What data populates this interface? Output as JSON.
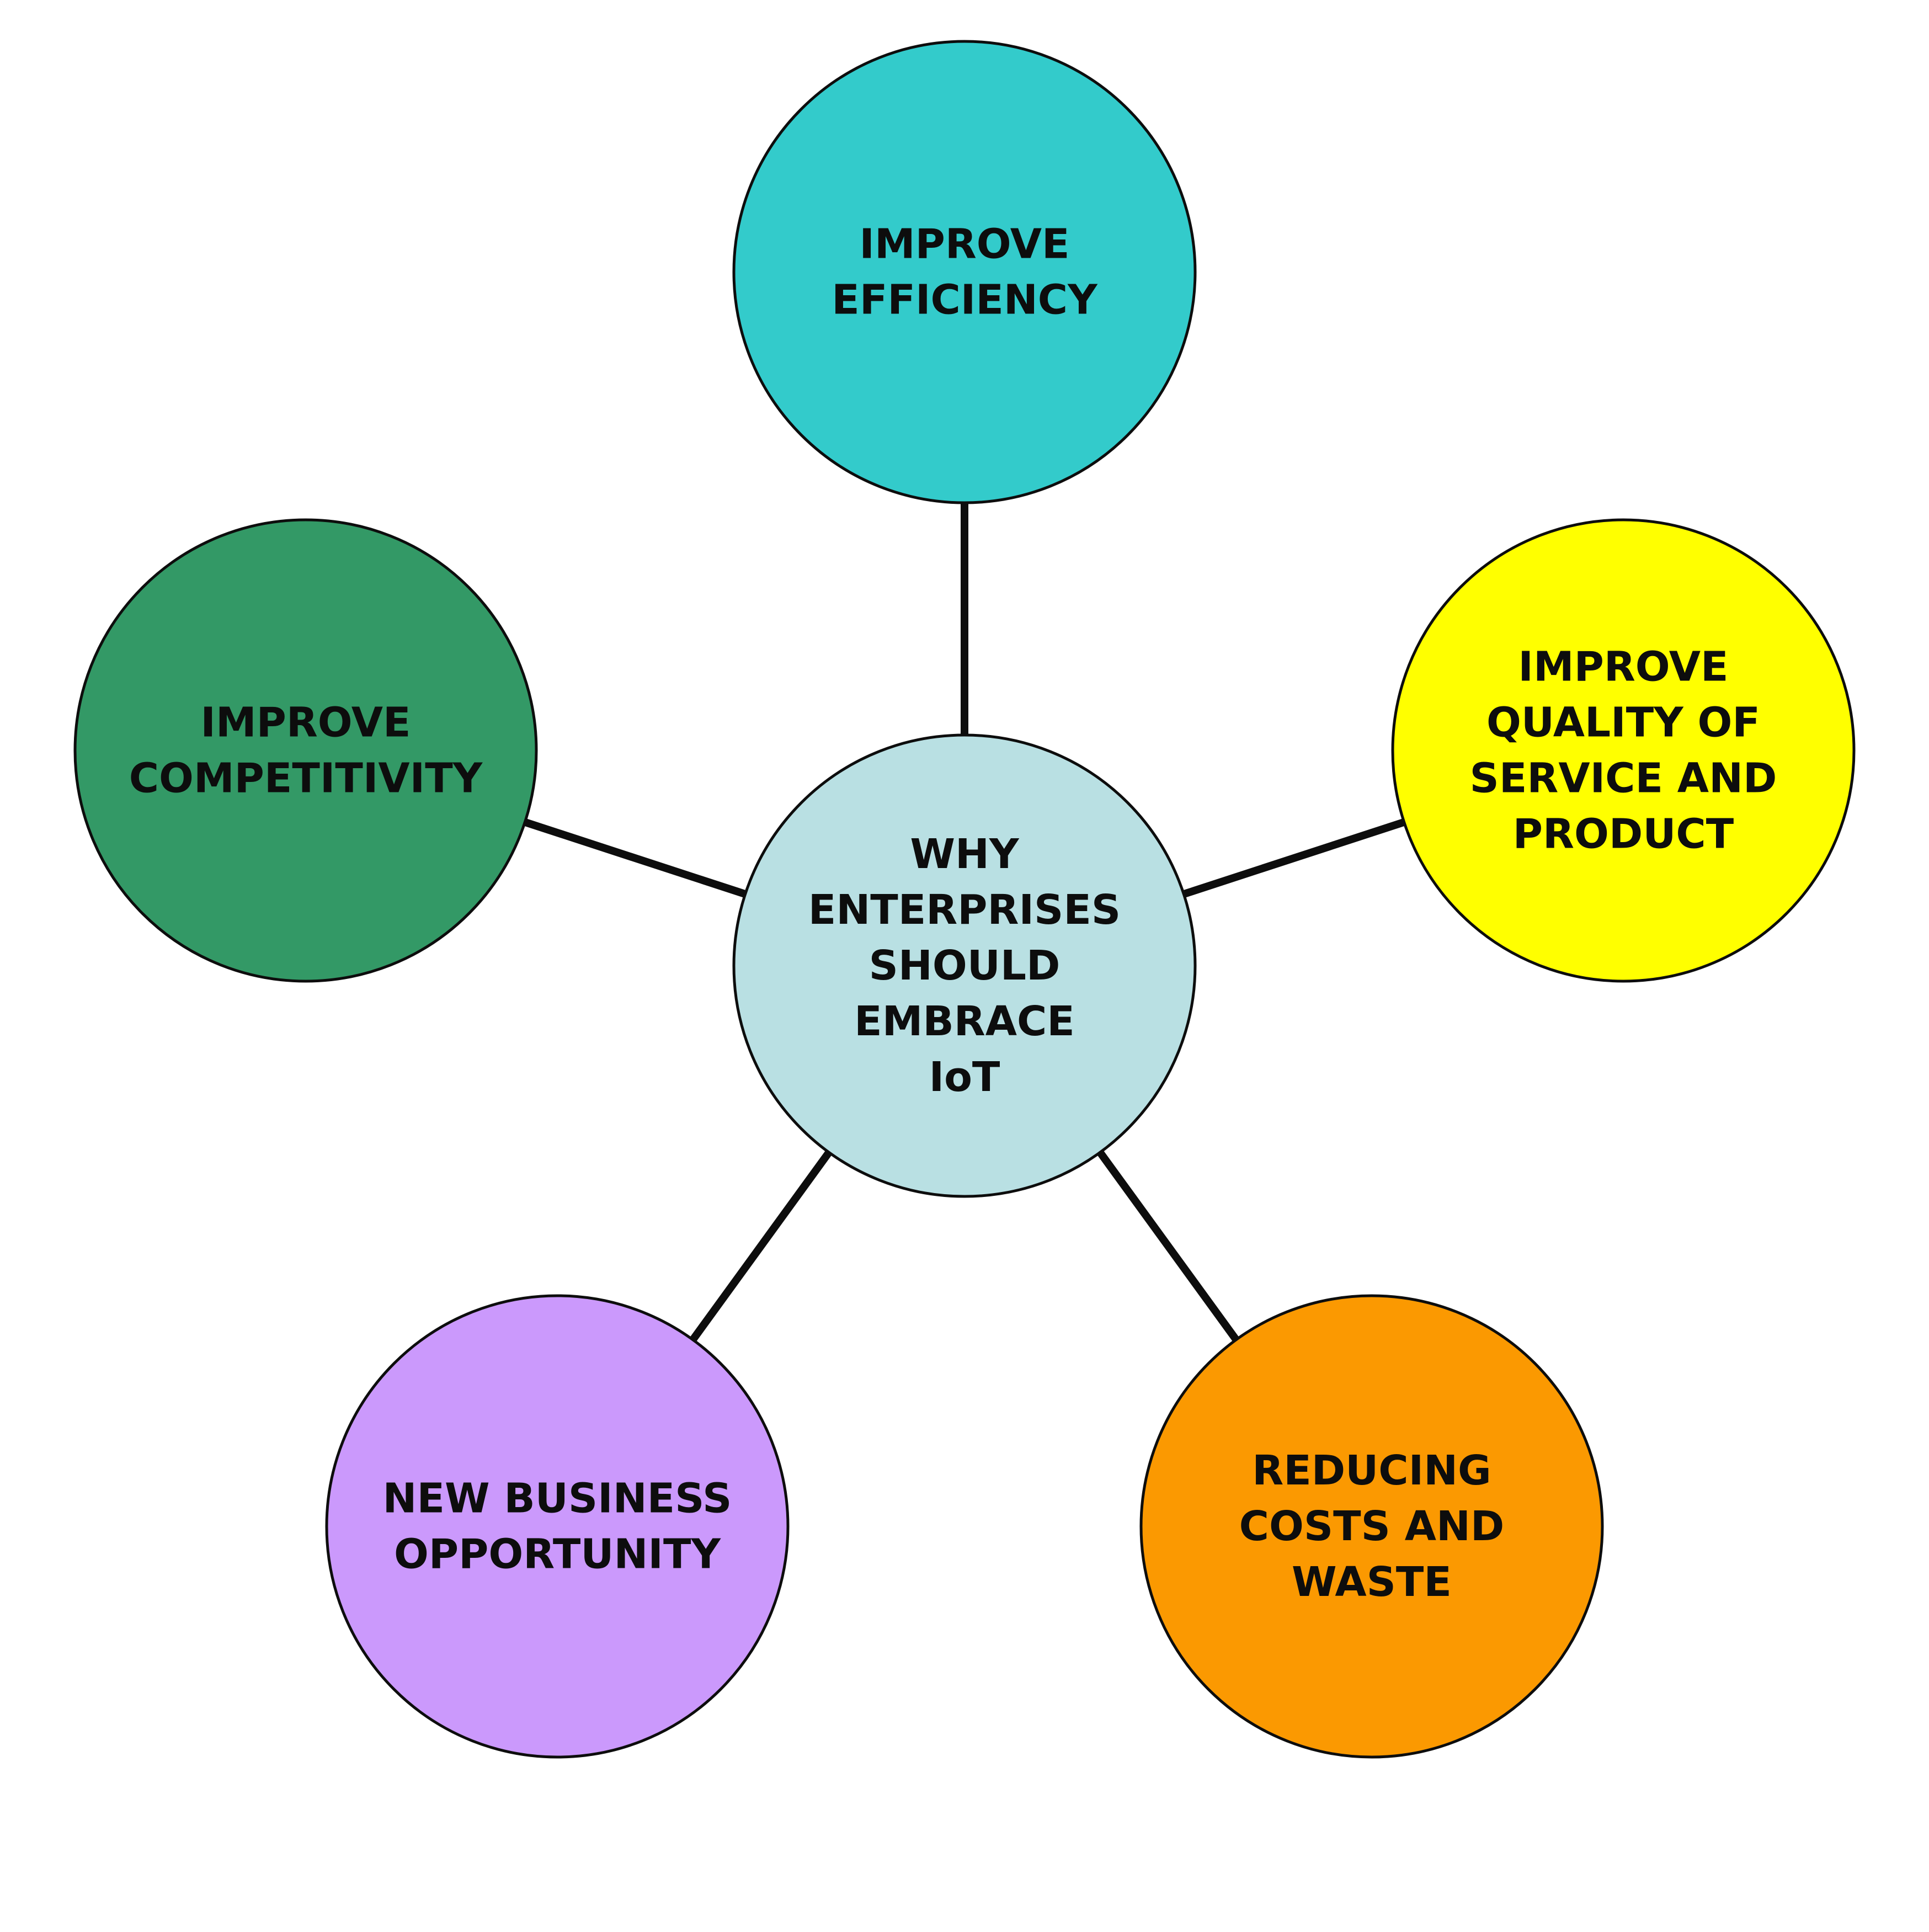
{
  "center": {
    "lines": [
      "WHY",
      "ENTERPRISES",
      "SHOULD",
      "EMBRACE",
      "IoT"
    ],
    "color": "#B9E0E3"
  },
  "nodes": [
    {
      "id": "efficiency",
      "lines": [
        "IMPROVE",
        "EFFICIENCY"
      ],
      "color": "#33CBCB"
    },
    {
      "id": "quality",
      "lines": [
        "IMPROVE",
        "QUALITY OF",
        "SERVICE AND",
        "PRODUCT"
      ],
      "color": "#FFFF00"
    },
    {
      "id": "costs",
      "lines": [
        "REDUCING",
        "COSTS AND",
        "WASTE"
      ],
      "color": "#FB9901"
    },
    {
      "id": "business",
      "lines": [
        "NEW BUSINESS",
        "OPPORTUNITY"
      ],
      "color": "#CB99FC"
    },
    {
      "id": "competitivity",
      "lines": [
        "IMPROVE",
        "COMPETITIVITY"
      ],
      "color": "#339966"
    }
  ],
  "line_color": "#0D0D0D"
}
